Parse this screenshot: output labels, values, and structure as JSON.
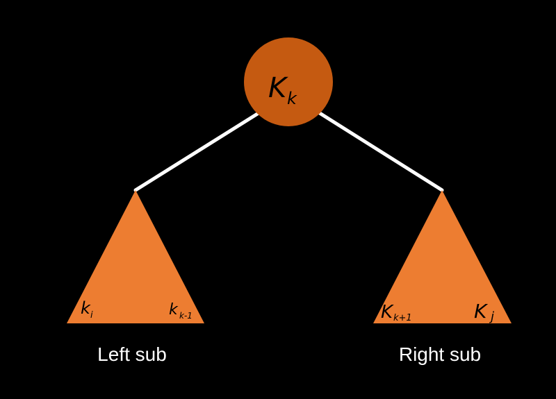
{
  "colors": {
    "background": "#000000",
    "root_node": "#C55A11",
    "subtree_fill": "#ED7D31",
    "edge": "#FFFFFF",
    "label": "#000000",
    "caption": "#FFFFFF"
  },
  "root": {
    "label_main": "K",
    "label_sub": "k"
  },
  "left_subtree": {
    "caption": "Left sub",
    "left_key_main": "k",
    "left_key_sub": "i",
    "right_key_main": "k",
    "right_key_sub": "k-1"
  },
  "right_subtree": {
    "caption": "Right sub",
    "left_key_main": "K",
    "left_key_sub": "k+1",
    "right_key_main": "K",
    "right_key_sub": "j"
  }
}
